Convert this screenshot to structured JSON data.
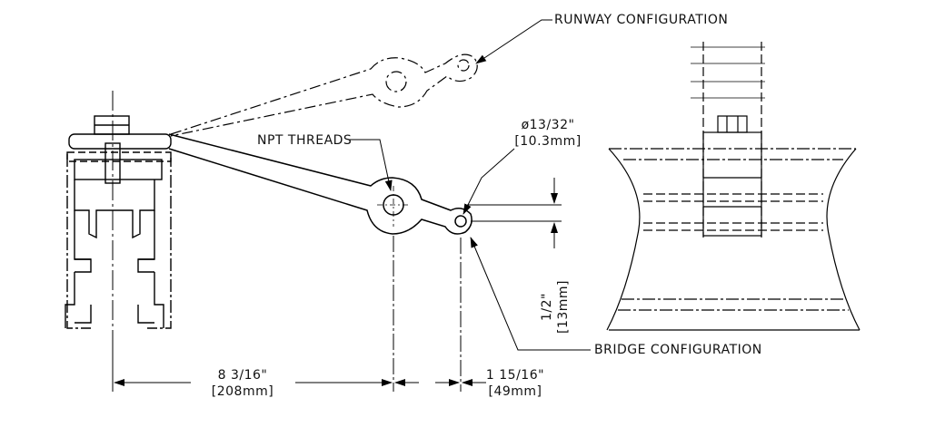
{
  "callouts": {
    "runway": "RUNWAY CONFIGURATION",
    "bridge": "BRIDGE CONFIGURATION",
    "npt": "NPT THREADS"
  },
  "dimensions": {
    "hole_dia_in": "ø13/32\"",
    "hole_dia_mm": "[10.3mm]",
    "offset_in": "1/2\"",
    "offset_mm": "[13mm]",
    "span1_in": "8 3/16\"",
    "span1_mm": "[208mm]",
    "span2_in": "1 15/16\"",
    "span2_mm": "[49mm]"
  }
}
